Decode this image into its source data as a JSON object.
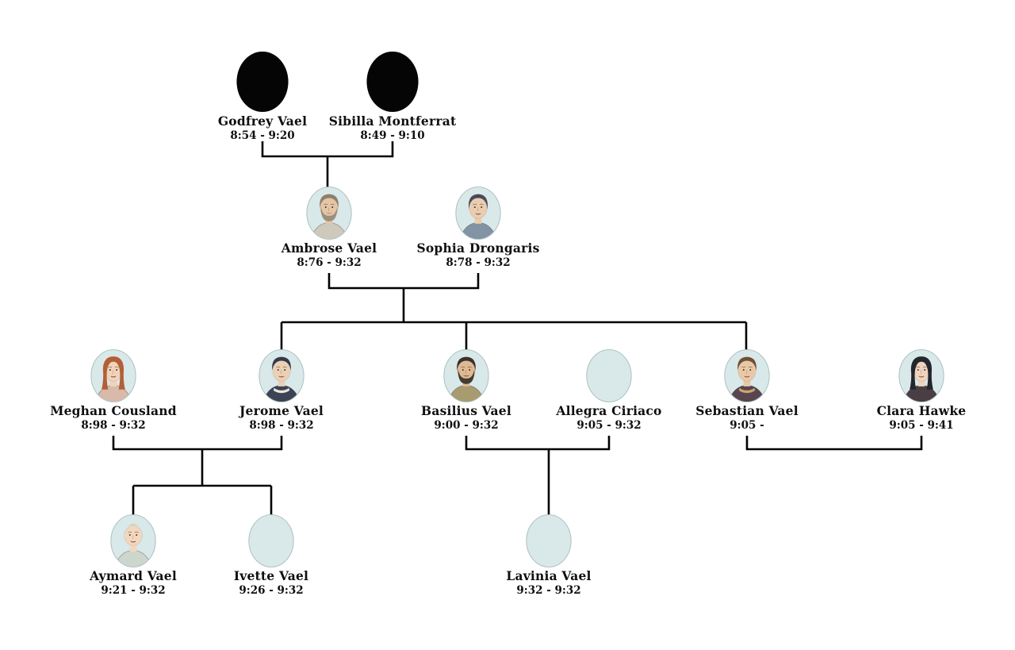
{
  "colors": {
    "background": "#ffffff",
    "connector_line": "#000000",
    "text": "#0f0f0f",
    "silhouette_fill": "#050505",
    "empty_portrait_fill": "#d9e8e9",
    "portrait_edge": "#a9bec0"
  },
  "people": [
    {
      "id": "godfrey-vael",
      "name": "Godfrey Vael",
      "dates": "8:54 - 9:20",
      "generation": 1,
      "portrait": {
        "type": "silhouette"
      }
    },
    {
      "id": "sibilla-montferrat",
      "name": "Sibilla Montferrat",
      "dates": "8:49 - 9:10",
      "generation": 1,
      "portrait": {
        "type": "silhouette"
      }
    },
    {
      "id": "ambrose-vael",
      "name": "Ambrose Vael",
      "dates": "8:76 - 9:32",
      "generation": 2,
      "portrait": {
        "type": "face",
        "skin": "#e6c5a5",
        "hair": "#8c7f6c",
        "hairstyle": "short",
        "beard": "#99907f",
        "cloth": "#cfc9bb"
      }
    },
    {
      "id": "sophia-drongaris",
      "name": "Sophia Drongaris",
      "dates": "8:78 - 9:32",
      "generation": 2,
      "portrait": {
        "type": "face",
        "skin": "#eaccae",
        "hair": "#474c58",
        "hairstyle": "updo",
        "cloth": "#8294a4"
      }
    },
    {
      "id": "meghan-cousland",
      "name": "Meghan Cousland",
      "dates": "8:98 - 9:32",
      "generation": 3,
      "portrait": {
        "type": "face",
        "skin": "#f1d3ba",
        "hair": "#b25f37",
        "hairstyle": "long",
        "cloth": "#d9b9a9"
      }
    },
    {
      "id": "jerome-vael",
      "name": "Jerome Vael",
      "dates": "8:98 - 9:32",
      "generation": 3,
      "portrait": {
        "type": "face",
        "skin": "#ecd0b4",
        "hair": "#343a4a",
        "hairstyle": "short",
        "cloth": "#3d4355",
        "collar": "#e9e7df"
      }
    },
    {
      "id": "basilius-vael",
      "name": "Basilius Vael",
      "dates": "9:00 - 9:32",
      "generation": 3,
      "portrait": {
        "type": "face",
        "skin": "#dfb993",
        "hair": "#3a332b",
        "hairstyle": "short",
        "beard": "#453b30",
        "cloth": "#a99b70"
      }
    },
    {
      "id": "allegra-ciriaco",
      "name": "Allegra Ciriaco",
      "dates": "9:05 - 9:32",
      "generation": 3,
      "portrait": {
        "type": "empty"
      }
    },
    {
      "id": "sebastian-vael",
      "name": "Sebastian Vael",
      "dates": "9:05 -",
      "generation": 3,
      "portrait": {
        "type": "face",
        "skin": "#e9c8a6",
        "hair": "#6e5038",
        "hairstyle": "short",
        "cloth": "#584550",
        "collar": "#c9a86a"
      }
    },
    {
      "id": "clara-hawke",
      "name": "Clara Hawke",
      "dates": "9:05 - 9:41",
      "generation": 3,
      "portrait": {
        "type": "face",
        "skin": "#efd3bd",
        "hair": "#23262c",
        "hairstyle": "long",
        "cloth": "#483e44"
      }
    },
    {
      "id": "aymard-vael",
      "name": "Aymard Vael",
      "dates": "9:21 - 9:32",
      "generation": 4,
      "portrait": {
        "type": "face",
        "skin": "#f2d7bd",
        "hair": "#dcc79e",
        "hairstyle": "baby",
        "cloth": "#ccd6cc"
      }
    },
    {
      "id": "ivette-vael",
      "name": "Ivette Vael",
      "dates": "9:26 - 9:32",
      "generation": 4,
      "portrait": {
        "type": "empty"
      }
    },
    {
      "id": "lavinia-vael",
      "name": "Lavinia Vael",
      "dates": "9:32 - 9:32",
      "generation": 4,
      "portrait": {
        "type": "empty"
      }
    }
  ],
  "relationships": {
    "unions": [
      {
        "partners": [
          "Godfrey Vael",
          "Sibilla Montferrat"
        ],
        "children": [
          "Ambrose Vael"
        ]
      },
      {
        "partners": [
          "Ambrose Vael",
          "Sophia Drongaris"
        ],
        "children": [
          "Jerome Vael",
          "Basilius Vael",
          "Sebastian Vael"
        ]
      },
      {
        "partners": [
          "Meghan Cousland",
          "Jerome Vael"
        ],
        "children": [
          "Aymard Vael",
          "Ivette Vael"
        ]
      },
      {
        "partners": [
          "Basilius Vael",
          "Allegra Ciriaco"
        ],
        "children": [
          "Lavinia Vael"
        ]
      },
      {
        "partners": [
          "Sebastian Vael",
          "Clara Hawke"
        ],
        "children": []
      }
    ]
  }
}
